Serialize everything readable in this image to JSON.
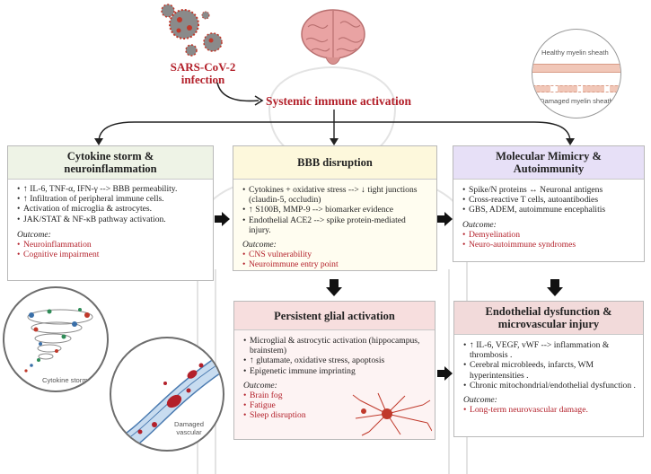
{
  "virus": {
    "label_line1": "SARS-CoV-2",
    "label_line2": "infection"
  },
  "center": {
    "title": "Systemic immune activation"
  },
  "myelin": {
    "healthy": "Healthy myelin sheath",
    "damaged": "Damaged myelin sheath"
  },
  "boxes": {
    "cytokine": {
      "title1": "Cytokine storm &",
      "title2": "neuroinflammation",
      "items": [
        "↑ IL-6, TNF-α, IFN-γ --> BBB permeability.",
        "↑ Infiltration of peripheral immune cells.",
        "Activation of microglia & astrocytes.",
        "JAK/STAT & NF-κB pathway activation."
      ],
      "outcome_label": "Outcome:",
      "outcomes": [
        "Neuroinflammation",
        "Cognitive impairment"
      ]
    },
    "bbb": {
      "title": "BBB disruption",
      "items": [
        "Cytokines + oxidative stress --> ↓ tight junctions (claudin-5, occludin)",
        "↑ S100B, MMP-9 --> biomarker evidence",
        "Endothelial ACE2 --> spike protein-mediated injury."
      ],
      "outcome_label": "Outcome:",
      "outcomes": [
        "CNS vulnerability",
        "Neuroimmune entry point"
      ]
    },
    "mimicry": {
      "title1": "Molecular Mimicry &",
      "title2": "Autoimmunity",
      "items": [
        "Spike/N proteins ↔ Neuronal antigens",
        "Cross-reactive T cells, autoantibodies",
        "GBS, ADEM, autoimmune encephalitis"
      ],
      "outcome_label": "Outcome:",
      "outcomes": [
        "Demyelination",
        "Neuro-autoimmune syndromes"
      ]
    },
    "glial": {
      "title": "Persistent glial activation",
      "items": [
        "Microglial & astrocytic activation (hippocampus, brainstem)",
        "↑ glutamate, oxidative stress, apoptosis",
        "Epigenetic immune imprinting"
      ],
      "outcome_label": "Outcome:",
      "outcomes": [
        "Brain fog",
        "Fatigue",
        "Sleep disruption"
      ]
    },
    "endothelial": {
      "title1": "Endothelial dysfunction &",
      "title2": "microvascular injury",
      "items": [
        "↑ IL-6, VEGF, vWF --> inflammation & thrombosis .",
        "Cerebral microbleeds, infarcts, WM hyperintensities .",
        "Chronic mitochondrial/endothelial dysfunction ."
      ],
      "outcome_label": "Outcome:",
      "outcomes": [
        "Long-term neurovascular damage."
      ]
    }
  },
  "circles": {
    "storm_label": "Cytokine storm",
    "vascular_line1": "Damaged",
    "vascular_line2": "vascular"
  },
  "colors": {
    "cytokine_head": "#eef3e6",
    "bbb_head": "#fdf8dc",
    "bbb_body": "#fffdf0",
    "mimicry_head": "#e7e0f7",
    "glial_head": "#f7dede",
    "glial_body": "#fdf3f3",
    "endo_head": "#f2dada",
    "accent_red": "#b3202a"
  }
}
